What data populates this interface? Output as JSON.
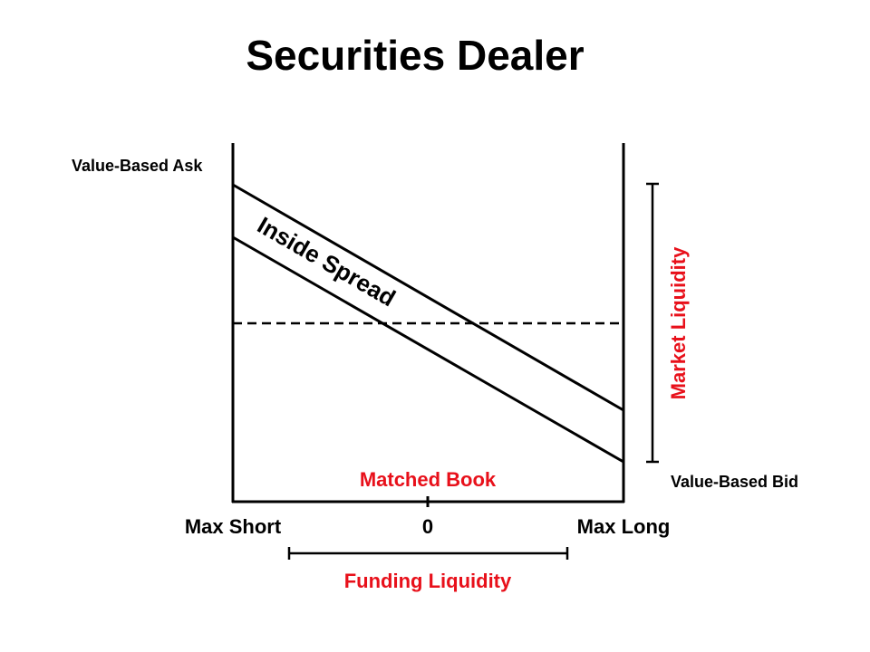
{
  "title": "Securities Dealer",
  "labels": {
    "value_based_ask": "Value-Based Ask",
    "value_based_bid": "Value-Based Bid",
    "inside_spread": "Inside Spread",
    "matched_book": "Matched Book",
    "market_liquidity": "Market Liquidity",
    "funding_liquidity": "Funding Liquidity",
    "max_short": "Max Short",
    "zero": "0",
    "max_long": "Max Long"
  },
  "colors": {
    "accent": "#e8101a",
    "ink": "#000000"
  }
}
